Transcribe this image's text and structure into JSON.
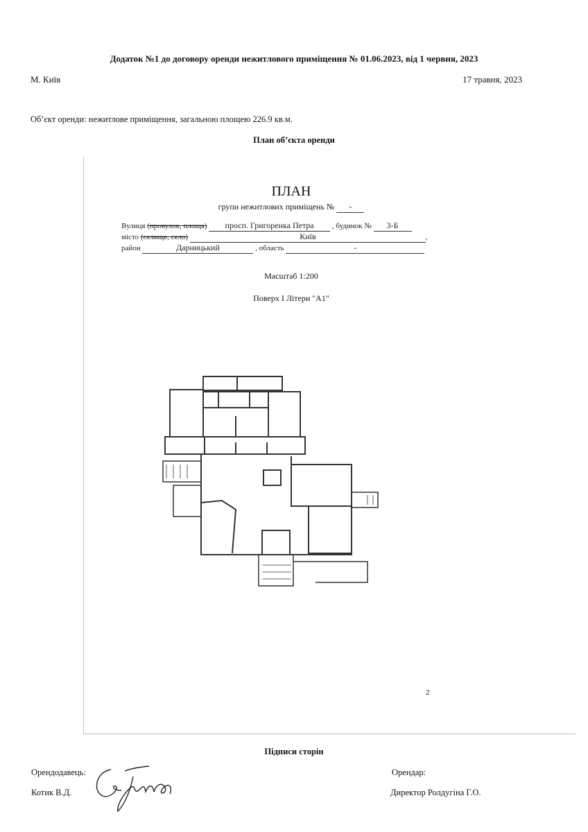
{
  "header": {
    "title": "Додаток №1 до договору оренди нежитлового приміщення № 01.06.2023, від 1 червня, 2023",
    "city": "М. Київ",
    "date": "17 травня, 2023",
    "object": "Об’єкт оренди: нежитлове приміщення, загальною площею 226.9 кв.м.",
    "plan_heading": "План об’єкта оренди"
  },
  "scan": {
    "title": "ПЛАН",
    "subtitle": "групи нежитлових приміщень №",
    "group_number": "-",
    "street_label": "Вулиця",
    "street_struck": "(провулок, площа)",
    "street_value": "просп. Григоренка Петра",
    "building_label": ", будинок №",
    "building_value": "3-Б",
    "city_label": "місто",
    "city_struck": "(селище, село)",
    "city_value": "Київ",
    "district_label": "район",
    "district_value": "Дарницький",
    "region_label": ", область",
    "region_value": "-",
    "scale": "Масштаб 1:200",
    "floor": "Поверх I Літери \"А1\"",
    "page_number": "2"
  },
  "signatures": {
    "heading": "Підписи сторін",
    "landlord_label": "Орендодавець:",
    "landlord_name": "Котик В.Д.",
    "landlord_signature": "signature",
    "tenant_label": "Орендар:",
    "tenant_name": "Директор Ролдугіна Г.О."
  }
}
